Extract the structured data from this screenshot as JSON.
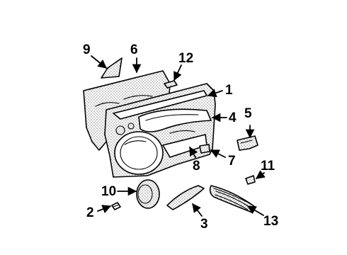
{
  "diagram": {
    "parts": [
      {
        "id": "part-1",
        "callout": "1"
      },
      {
        "id": "part-2",
        "callout": "2"
      },
      {
        "id": "part-3",
        "callout": "3"
      },
      {
        "id": "part-4",
        "callout": "4"
      },
      {
        "id": "part-5",
        "callout": "5"
      },
      {
        "id": "part-6",
        "callout": "6"
      },
      {
        "id": "part-7",
        "callout": "7"
      },
      {
        "id": "part-8",
        "callout": "8"
      },
      {
        "id": "part-9",
        "callout": "9"
      },
      {
        "id": "part-10",
        "callout": "10"
      },
      {
        "id": "part-11",
        "callout": "11"
      },
      {
        "id": "part-12",
        "callout": "12"
      },
      {
        "id": "part-13",
        "callout": "13"
      }
    ]
  }
}
